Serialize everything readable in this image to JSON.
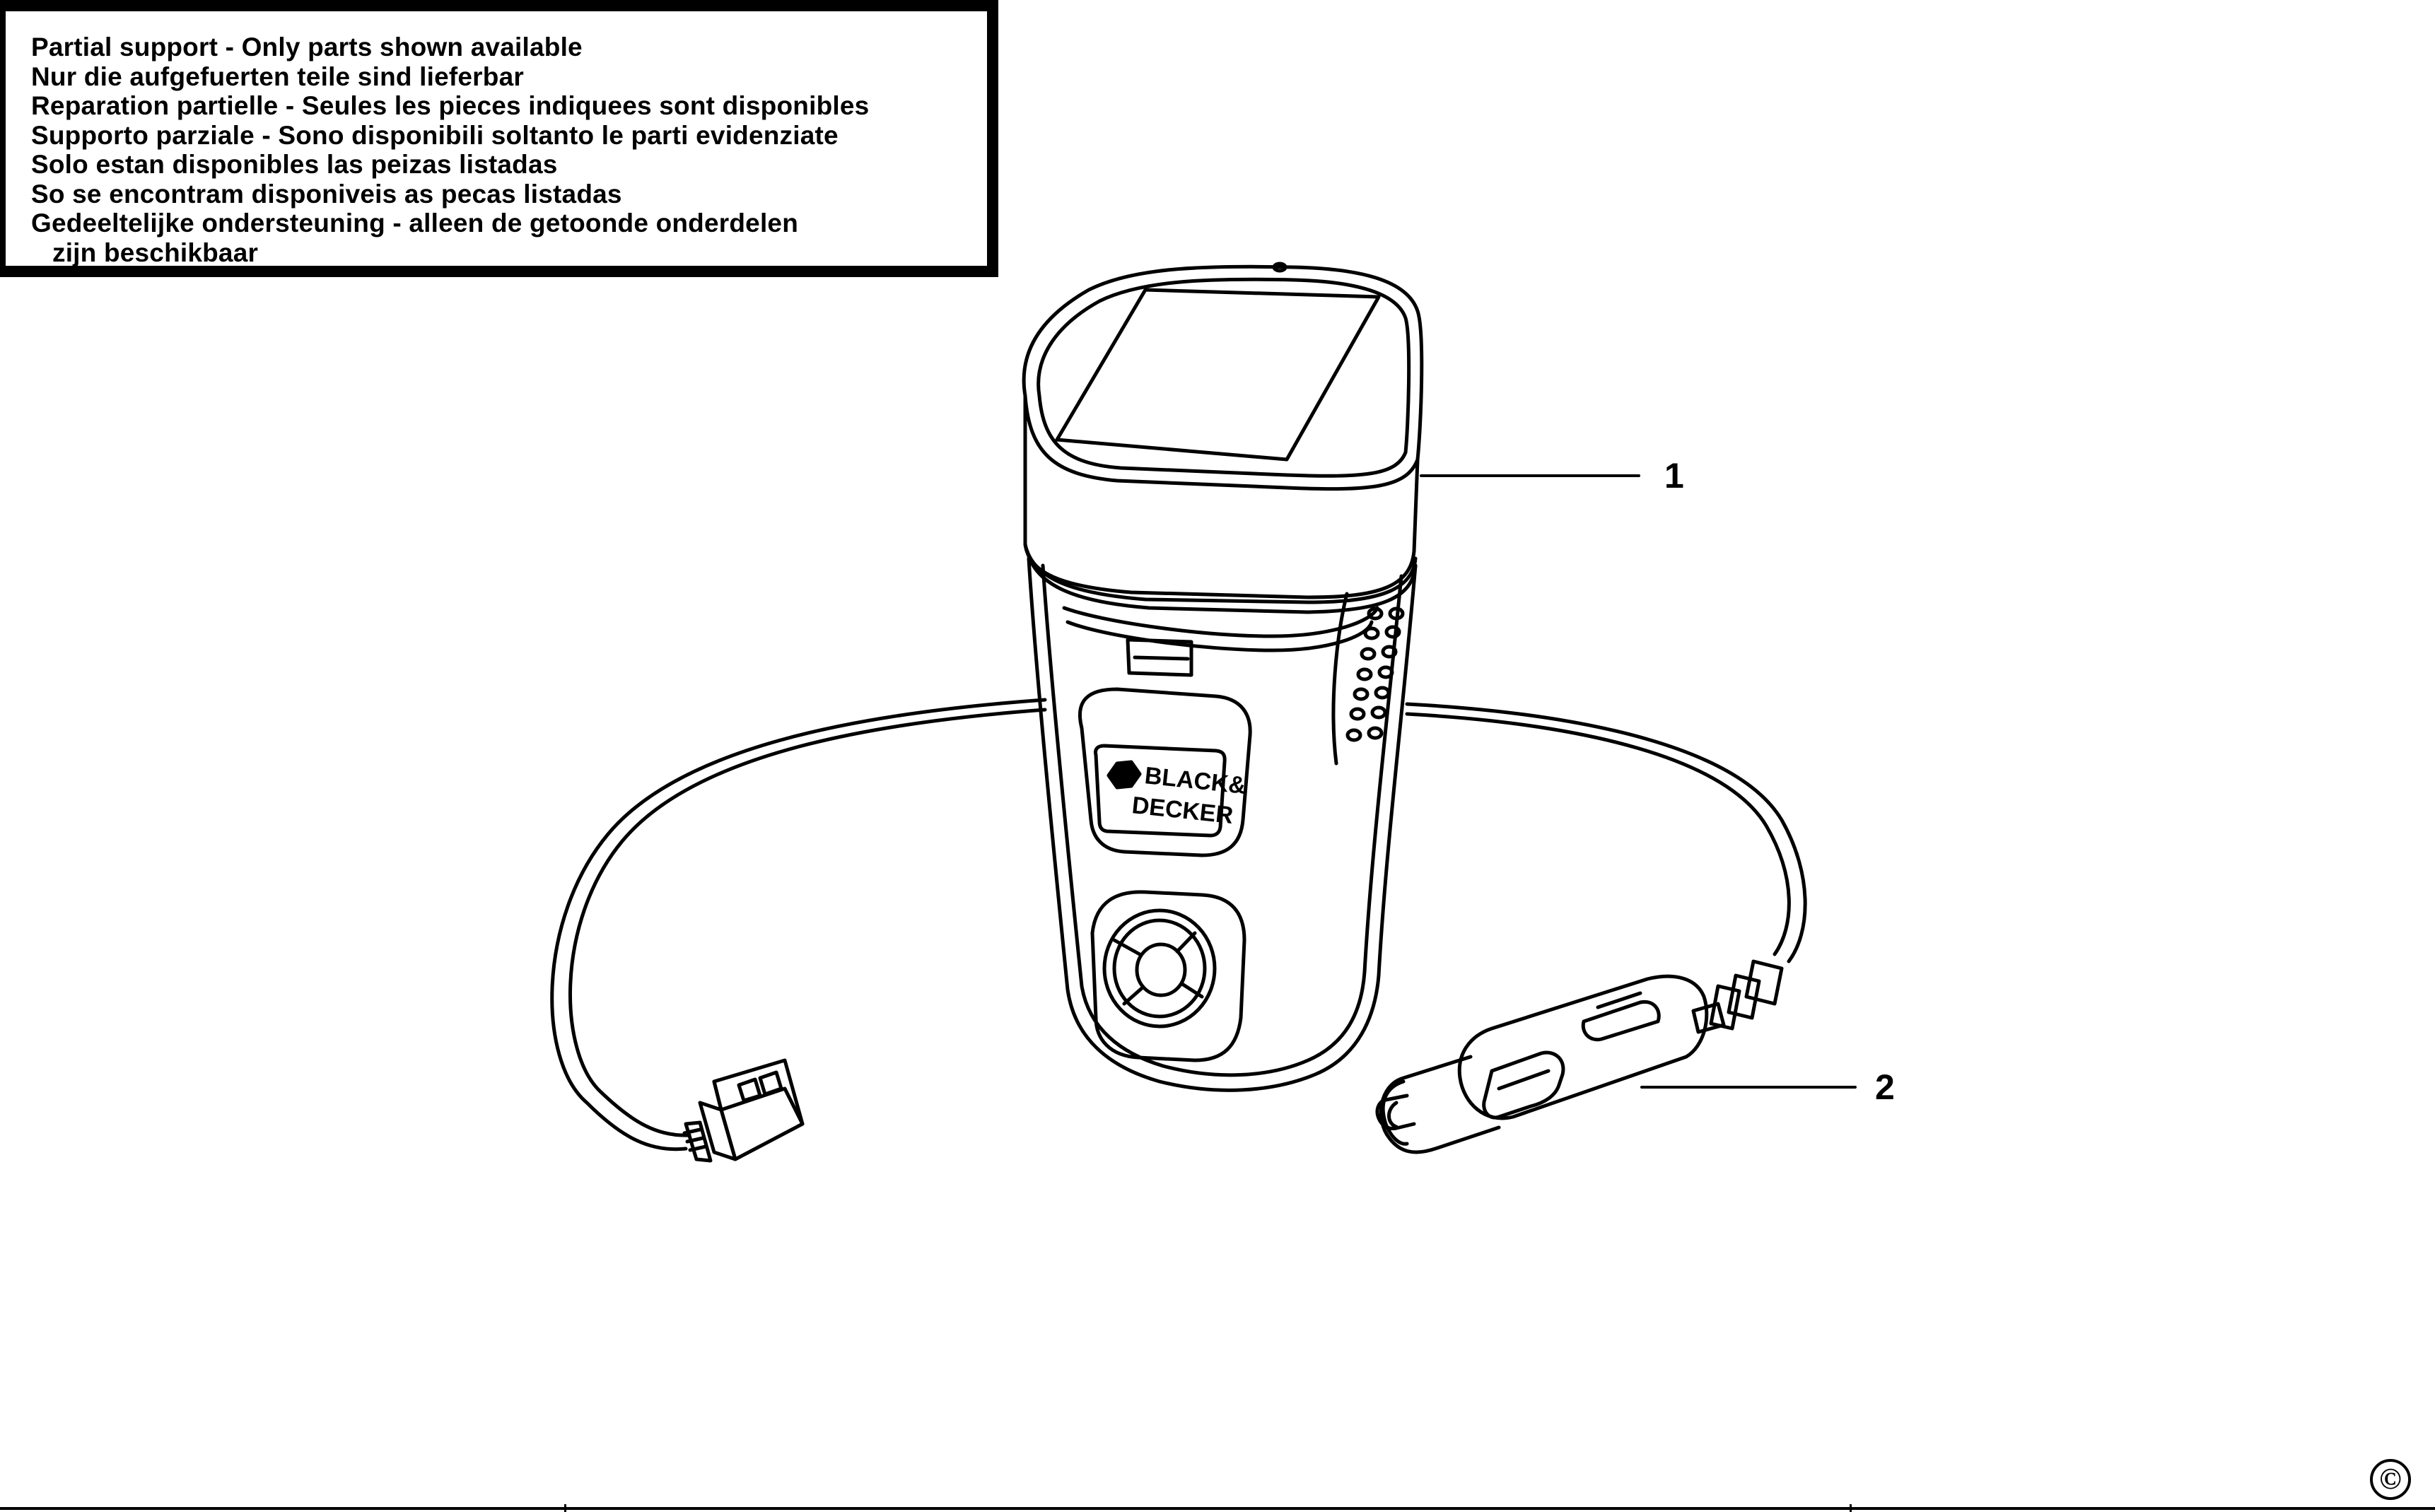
{
  "notice": {
    "lines": [
      "Partial support - Only parts shown available",
      "Nur die aufgefuerten teile sind lieferbar",
      "Reparation partielle - Seules les pieces indiquees sont disponibles",
      "Supporto parziale - Sono disponibili soltanto le parti evidenziate",
      "Solo estan disponibles las peizas listadas",
      "So se encontram disponiveis as pecas listadas",
      "Gedeeltelijke ondersteuning - alleen de getoonde onderdelen",
      "zijn beschikbaar"
    ]
  },
  "callouts": [
    {
      "label": "1",
      "part": "inverter-body"
    },
    {
      "label": "2",
      "part": "cigarette-lighter-plug"
    }
  ],
  "brand_logo": [
    "BLACK&",
    "DECKER"
  ],
  "copyright_symbol": "©",
  "colors": {
    "ink": "#000000",
    "paper": "#ffffff"
  }
}
